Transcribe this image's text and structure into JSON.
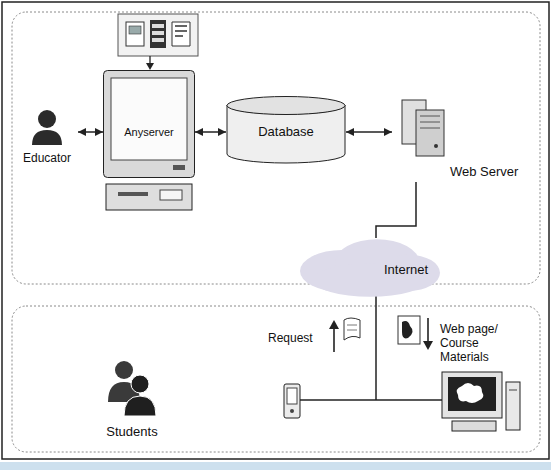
{
  "diagram": {
    "nodes": [
      {
        "text": [
          "Educator"
        ]
      },
      {
        "text": [
          "Anyserver"
        ]
      },
      {
        "text": [
          "Database"
        ]
      },
      {
        "text": [
          "Web Server"
        ]
      },
      {
        "text": [
          "Internet"
        ]
      },
      {
        "text": [
          "Students"
        ]
      }
    ],
    "edges": [
      {
        "from": 0,
        "to": 1,
        "arrow": "both"
      },
      {
        "from": 1,
        "to": 2,
        "arrow": "both"
      },
      {
        "from": 2,
        "to": 3,
        "arrow": "both"
      },
      {
        "from": 3,
        "to": 4,
        "arrow": "none"
      }
    ],
    "labels": [
      "Request",
      "Web page/ Course Materials"
    ]
  }
}
